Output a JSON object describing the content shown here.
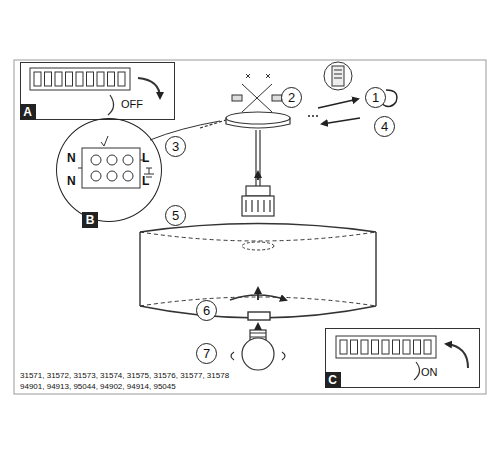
{
  "diagram": {
    "nodes": [
      {
        "text": [
          "OFF"
        ]
      },
      {
        "text": [
          "A"
        ],
        "in": 0
      },
      {
        "text": [
          "2"
        ]
      },
      {
        "text": [
          "1"
        ]
      },
      {
        "text": [
          "4"
        ]
      },
      {
        "text": [
          "3"
        ]
      },
      {
        "text": [
          "N",
          "L",
          "N",
          "L"
        ]
      },
      {
        "text": [
          "B"
        ]
      },
      {
        "text": [
          "5"
        ]
      },
      {
        "text": [
          "6"
        ]
      },
      {
        "text": [
          "7"
        ]
      },
      {
        "text": [
          "ON"
        ]
      },
      {
        "text": [
          "C"
        ],
        "in": 11
      }
    ],
    "edges": [],
    "labels": [
      "31571, 31572, 31573, 31574, 31575, 31576, 31577, 31578",
      "94901, 94913, 95044, 94902, 94914, 95045"
    ]
  }
}
